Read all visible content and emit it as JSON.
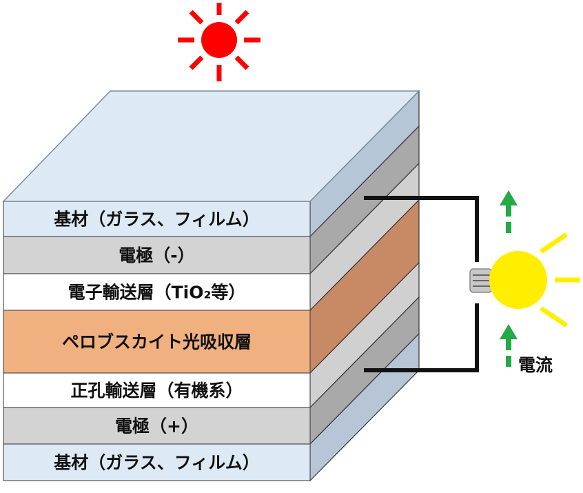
{
  "layers": [
    {
      "label": "基材（ガラス、フィルム）",
      "front_color": "#dde9f5",
      "side_color": "#b7c6d6"
    },
    {
      "label": "電極（-）",
      "front_color": "#d3d3d3",
      "side_color": "#a9a9a9"
    },
    {
      "label": "電子輸送層（TiO₂等）",
      "front_color": "#ffffff",
      "side_color": "#d0d0d0"
    },
    {
      "label": "ペロブスカイト光吸収層",
      "front_color": "#f0b080",
      "side_color": "#c88a64"
    },
    {
      "label": "正孔輸送層（有機系）",
      "front_color": "#ffffff",
      "side_color": "#d0d0d0"
    },
    {
      "label": "電極（+）",
      "front_color": "#d3d3d3",
      "side_color": "#a9a9a9"
    },
    {
      "label": "基材（ガラス、フィルム）",
      "front_color": "#dde9f5",
      "side_color": "#b7c6d6"
    }
  ],
  "top_color": "#dde9f5",
  "sun_color": "#ff0000",
  "bulb_color": "#ffee00",
  "arrow_color": "#22aa44",
  "current_label": "電流",
  "icons": {
    "sun": "sun-icon",
    "bulb": "light-bulb-icon",
    "arrow": "arrow-up-icon"
  }
}
